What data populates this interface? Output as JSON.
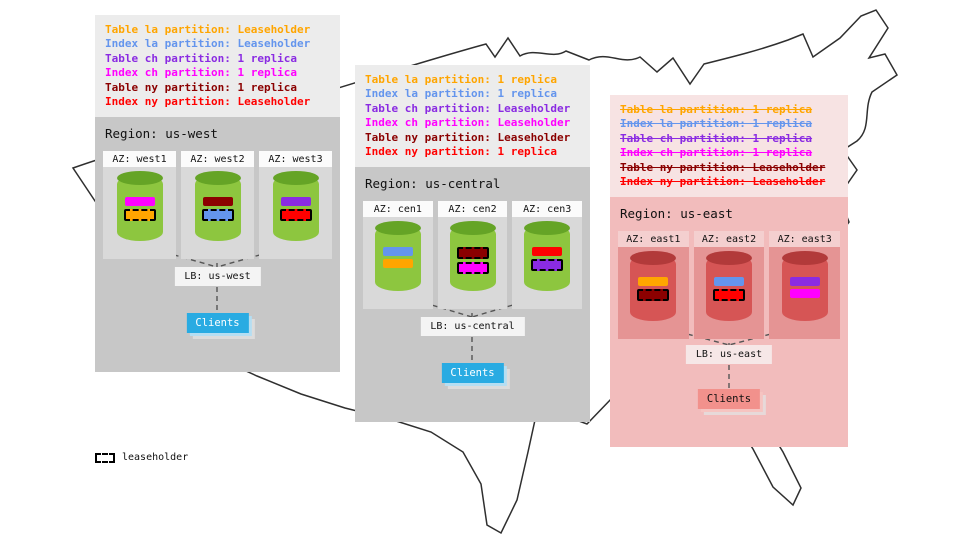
{
  "palette": {
    "orange": "#FFA500",
    "blue": "#6495ED",
    "purple": "#8A2BE2",
    "magenta": "#FF00FF",
    "dark_red": "#8B0000",
    "red": "#FF0000",
    "client_blue": "#29ABE2",
    "client_salmon": "#F2918C",
    "cylinder_green": "#8DC63F",
    "cylinder_red": "#D65555",
    "region_gray": "#C7C7C7",
    "region_pink": "#F2BCBC"
  },
  "key": {
    "label": "leaseholder"
  },
  "regions": [
    {
      "name": "us-west",
      "title": "Region: us-west",
      "failed": false,
      "legend": [
        {
          "text": "Table la partition: Leaseholder",
          "color": "#FFA500"
        },
        {
          "text": "Index la partition: Leaseholder",
          "color": "#6495ED"
        },
        {
          "text": "Table ch partition: 1 replica",
          "color": "#8A2BE2"
        },
        {
          "text": "Index ch partition: 1 replica",
          "color": "#FF00FF"
        },
        {
          "text": "Table ny partition: 1 replica",
          "color": "#8B0000"
        },
        {
          "text": "Index ny partition: Leaseholder",
          "color": "#FF0000"
        }
      ],
      "azs": [
        {
          "label": "AZ: west1",
          "bars": [
            {
              "color": "#FF00FF",
              "leaseholder": false
            },
            {
              "color": "#FFA500",
              "leaseholder": true
            }
          ]
        },
        {
          "label": "AZ: west2",
          "bars": [
            {
              "color": "#8B0000",
              "leaseholder": false
            },
            {
              "color": "#6495ED",
              "leaseholder": true
            }
          ]
        },
        {
          "label": "AZ: west3",
          "bars": [
            {
              "color": "#8A2BE2",
              "leaseholder": false
            },
            {
              "color": "#FF0000",
              "leaseholder": true
            }
          ]
        }
      ],
      "lb": "LB: us-west",
      "clients": "Clients"
    },
    {
      "name": "us-central",
      "title": "Region: us-central",
      "failed": false,
      "legend": [
        {
          "text": "Table la partition: 1 replica",
          "color": "#FFA500"
        },
        {
          "text": "Index la partition: 1 replica",
          "color": "#6495ED"
        },
        {
          "text": "Table ch partition: Leaseholder",
          "color": "#8A2BE2"
        },
        {
          "text": "Index ch partition: Leaseholder",
          "color": "#FF00FF"
        },
        {
          "text": "Table ny partition: Leaseholder",
          "color": "#8B0000"
        },
        {
          "text": "Index ny partition: 1 replica",
          "color": "#FF0000"
        }
      ],
      "azs": [
        {
          "label": "AZ: cen1",
          "bars": [
            {
              "color": "#6495ED",
              "leaseholder": false
            },
            {
              "color": "#FFA500",
              "leaseholder": false
            }
          ]
        },
        {
          "label": "AZ: cen2",
          "bars": [
            {
              "color": "#8B0000",
              "leaseholder": true
            },
            {
              "color": "#FF00FF",
              "leaseholder": true
            }
          ]
        },
        {
          "label": "AZ: cen3",
          "bars": [
            {
              "color": "#FF0000",
              "leaseholder": false
            },
            {
              "color": "#8A2BE2",
              "leaseholder": true
            }
          ]
        }
      ],
      "lb": "LB: us-central",
      "clients": "Clients"
    },
    {
      "name": "us-east",
      "title": "Region: us-east",
      "failed": true,
      "legend": [
        {
          "text": "Table la partition: 1 replica",
          "color": "#FFA500"
        },
        {
          "text": "Index la partition: 1 replica",
          "color": "#6495ED"
        },
        {
          "text": "Table ch partition: 1 replica",
          "color": "#8A2BE2"
        },
        {
          "text": "Index ch partition: 1 replica",
          "color": "#FF00FF"
        },
        {
          "text": "Table ny partition: Leaseholder",
          "color": "#8B0000"
        },
        {
          "text": "Index ny partition: Leaseholder",
          "color": "#FF0000"
        }
      ],
      "azs": [
        {
          "label": "AZ: east1",
          "bars": [
            {
              "color": "#FFA500",
              "leaseholder": false
            },
            {
              "color": "#8B0000",
              "leaseholder": true
            }
          ]
        },
        {
          "label": "AZ: east2",
          "bars": [
            {
              "color": "#6495ED",
              "leaseholder": false
            },
            {
              "color": "#FF0000",
              "leaseholder": true
            }
          ]
        },
        {
          "label": "AZ: east3",
          "bars": [
            {
              "color": "#8A2BE2",
              "leaseholder": false
            },
            {
              "color": "#FF00FF",
              "leaseholder": false
            }
          ]
        }
      ],
      "lb": "LB: us-east",
      "clients": "Clients"
    }
  ]
}
